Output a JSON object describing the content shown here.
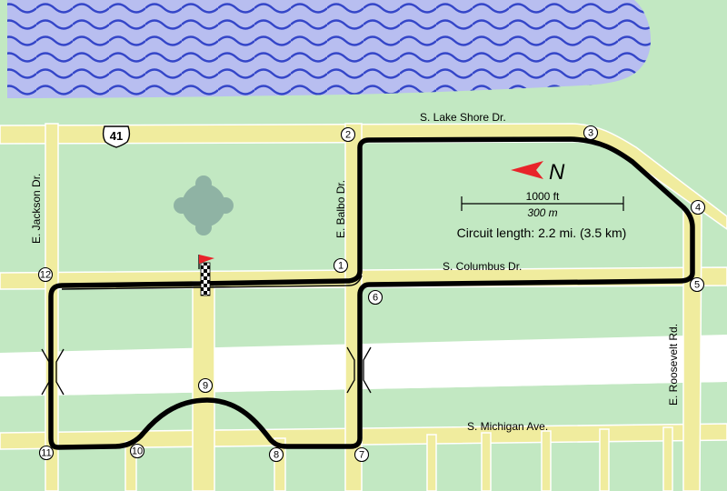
{
  "streets": {
    "lake_shore": "S. Lake Shore Dr.",
    "columbus": "S. Columbus Dr.",
    "michigan": "S. Michigan Ave.",
    "jackson": "E. Jackson Dr.",
    "balbo": "E. Balbo Dr.",
    "roosevelt": "E. Roosevelt Rd."
  },
  "shield": {
    "route": "41"
  },
  "compass": {
    "label": "N",
    "arrow_color": "#e8242a"
  },
  "scale": {
    "feet": "1000 ft",
    "meters": "300 m"
  },
  "circuit_length": "Circuit length: 2.2 mi. (3.5 km)",
  "turns": [
    "1",
    "2",
    "3",
    "4",
    "5",
    "6",
    "7",
    "8",
    "9",
    "10",
    "11",
    "12"
  ],
  "colors": {
    "park": "#c2e8c2",
    "road": "#f0ec9e",
    "water": "#b8bef0",
    "wave": "#3446c8",
    "track": "#000000",
    "fountain": "#8fb3a4",
    "flag": "#e8242a"
  }
}
